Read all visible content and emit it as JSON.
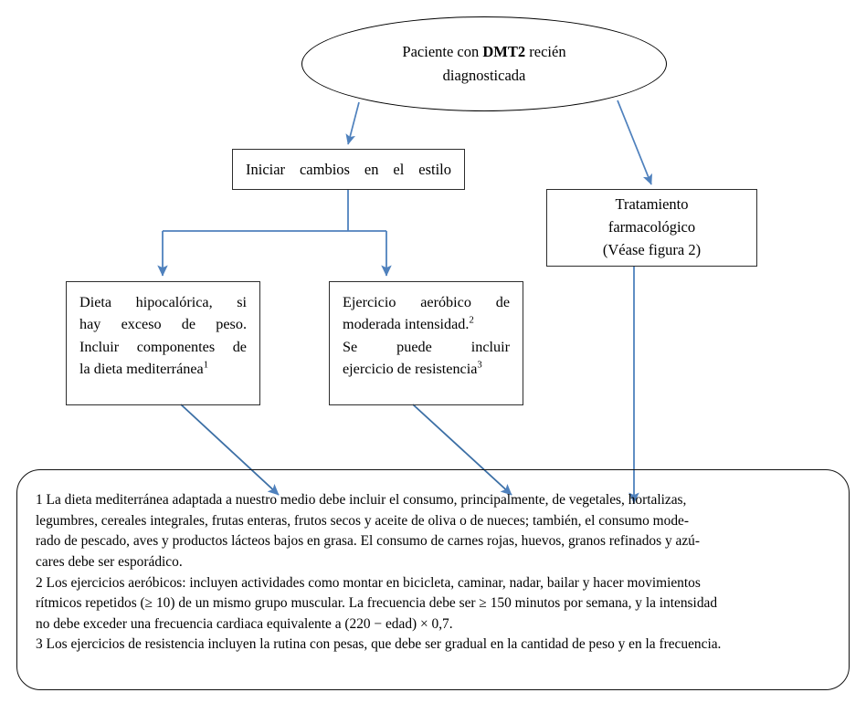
{
  "figure": {
    "type": "clinical-flowchart",
    "language": "es",
    "colors": {
      "connector": "#4f81bd",
      "node_border": "#2d2d2d",
      "ellipse_border": "#000000",
      "notes_border": "#111111",
      "background": "#ffffff",
      "text": "#000000"
    }
  },
  "nodes": {
    "root": {
      "shape": "ellipse",
      "line1_a": "Paciente con ",
      "line1_bold": "DMT2",
      "line1_b": " recién",
      "line2": "diagnosticada"
    },
    "lifestyle": {
      "shape": "rectangle",
      "text": "Iniciar cambios en el estilo"
    },
    "pharma": {
      "shape": "rectangle",
      "line1": "Tratamiento",
      "line2": "farmacológico",
      "line3": "(Véase figura 2)"
    },
    "diet": {
      "shape": "rectangle",
      "line1": "Dieta hipocalórica, si",
      "line2": "hay exceso de peso.",
      "line3": "Incluir componentes de",
      "line4": "la dieta mediterránea",
      "line4_sup": "1"
    },
    "exercise": {
      "shape": "rectangle",
      "line1": "Ejercicio aeróbico de",
      "line2": "moderada intensidad.",
      "line2_sup": "2",
      "line3": "Se puede incluir",
      "line4": "ejercicio de resistencia",
      "line4_sup": "3"
    }
  },
  "notes": {
    "note1_l1": "1 La dieta mediterránea adaptada a nuestro medio debe incluir el consumo, principalmente, de vegetales, hortalizas,",
    "note1_l2": "legumbres, cereales integrales, frutas enteras, frutos secos y aceite de oliva o de nueces; también, el consumo mode-",
    "note1_l3": "rado de pescado, aves y productos lácteos bajos en grasa. El consumo de carnes rojas, huevos, granos refinados y azú-",
    "note1_l4": "cares debe ser esporádico.",
    "note2_l1": "2 Los ejercicios aeróbicos: incluyen actividades como montar en bicicleta, caminar, nadar, bailar y hacer movimientos",
    "note2_l2": "rítmicos repetidos (≥ 10) de un mismo grupo muscular. La frecuencia debe ser ≥ 150 minutos por semana, y la intensidad",
    "note2_l3": "no debe exceder una frecuencia cardiaca equivalente a (220 − edad) × 0,7.",
    "note3_l1": "3 Los ejercicios de resistencia incluyen la rutina con pesas, que debe ser gradual en la cantidad de peso y en la frecuencia."
  },
  "edges": [
    {
      "name": "root-to-lifestyle",
      "from": "root",
      "to": "lifestyle",
      "style": "diagonal-arrow"
    },
    {
      "name": "root-to-pharma",
      "from": "root",
      "to": "pharma",
      "style": "diagonal-arrow"
    },
    {
      "name": "lifestyle-split",
      "from": "lifestyle",
      "to": "diet,exercise",
      "style": "orthogonal-split-arrow"
    },
    {
      "name": "diet-to-notes",
      "from": "diet",
      "to": "notes",
      "style": "diagonal-arrow"
    },
    {
      "name": "exercise-to-notes",
      "from": "exercise",
      "to": "notes",
      "style": "diagonal-arrow"
    },
    {
      "name": "pharma-to-notes",
      "from": "pharma",
      "to": "notes",
      "style": "vertical-arrow"
    }
  ]
}
